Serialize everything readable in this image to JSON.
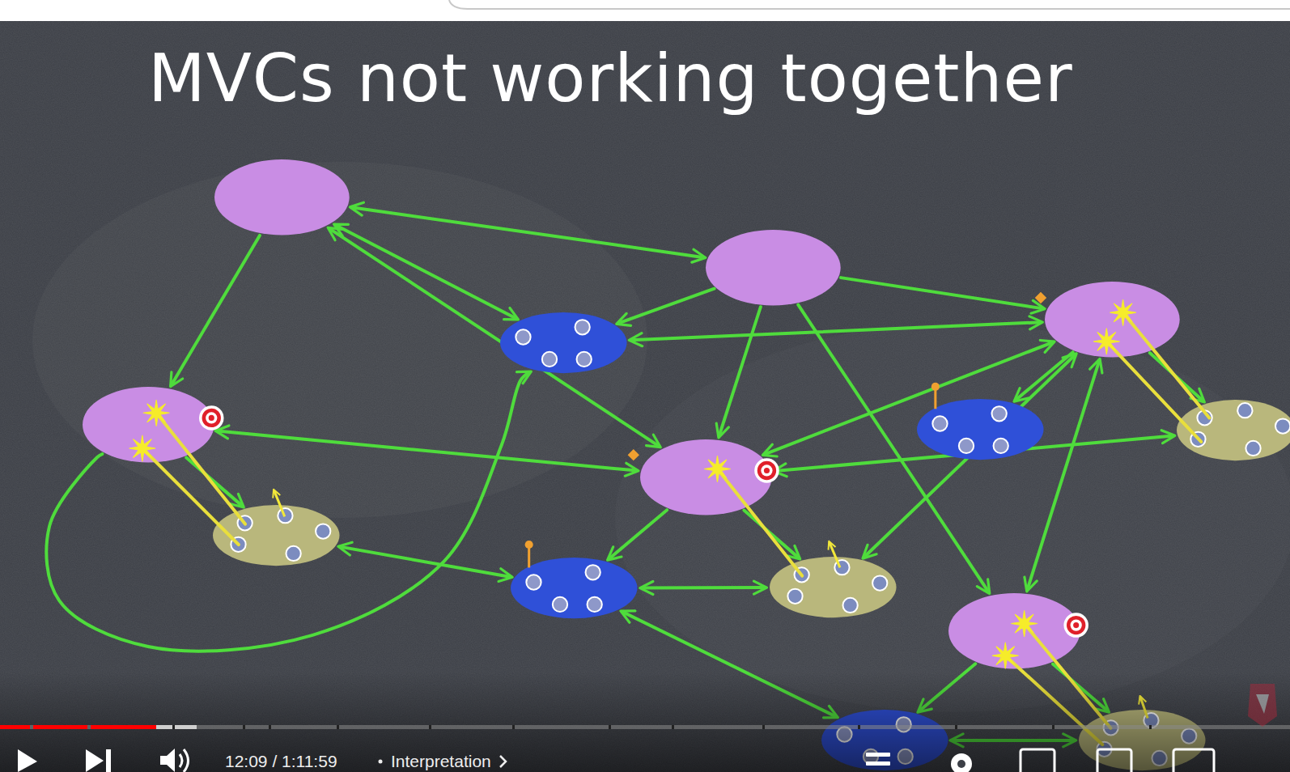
{
  "diagram": {
    "title": "MVCs not working together",
    "nodes": [
      {
        "text": []
      },
      {
        "text": []
      },
      {
        "text": []
      },
      {
        "text": []
      },
      {
        "text": []
      },
      {
        "text": []
      },
      {
        "text": []
      },
      {
        "text": []
      },
      {
        "text": []
      },
      {
        "text": []
      },
      {
        "text": []
      },
      {
        "text": []
      },
      {
        "text": []
      },
      {
        "text": []
      }
    ],
    "edges": [
      {
        "from": 0,
        "to": 1,
        "arrow": "both"
      },
      {
        "from": 0,
        "to": 4,
        "arrow": "to"
      },
      {
        "from": 0,
        "to": 2,
        "arrow": "both"
      },
      {
        "from": 0,
        "to": 7,
        "arrow": "both"
      },
      {
        "from": 1,
        "to": 2,
        "arrow": "to"
      },
      {
        "from": 1,
        "to": 3,
        "arrow": "to"
      },
      {
        "from": 1,
        "to": 7,
        "arrow": "to"
      },
      {
        "from": 1,
        "to": 11,
        "arrow": "to"
      },
      {
        "from": 3,
        "to": 2,
        "arrow": "both"
      },
      {
        "from": 3,
        "to": 7,
        "arrow": "both"
      },
      {
        "from": 3,
        "to": 6,
        "arrow": "to"
      },
      {
        "from": 3,
        "to": 5,
        "arrow": "to"
      },
      {
        "from": 10,
        "to": 3,
        "arrow": "both"
      },
      {
        "from": 3,
        "to": 11,
        "arrow": "both"
      },
      {
        "from": 4,
        "to": 7,
        "arrow": "both"
      },
      {
        "from": 4,
        "to": 8,
        "arrow": "to"
      },
      {
        "from": 4,
        "to": 2,
        "arrow": "to"
      },
      {
        "from": 8,
        "to": 9,
        "arrow": "both"
      },
      {
        "from": 7,
        "to": 9,
        "arrow": "to"
      },
      {
        "from": 7,
        "to": 10,
        "arrow": "to"
      },
      {
        "from": 7,
        "to": 6,
        "arrow": "both"
      },
      {
        "from": 9,
        "to": 10,
        "arrow": "both"
      },
      {
        "from": 9,
        "to": 12,
        "arrow": "both"
      },
      {
        "from": 11,
        "to": 12,
        "arrow": "to"
      },
      {
        "from": 11,
        "to": 13,
        "arrow": "to"
      },
      {
        "from": 12,
        "to": 13,
        "arrow": "both"
      }
    ],
    "labels": [
      "12:09 / 1:11:59",
      "Interpretation"
    ]
  }
}
